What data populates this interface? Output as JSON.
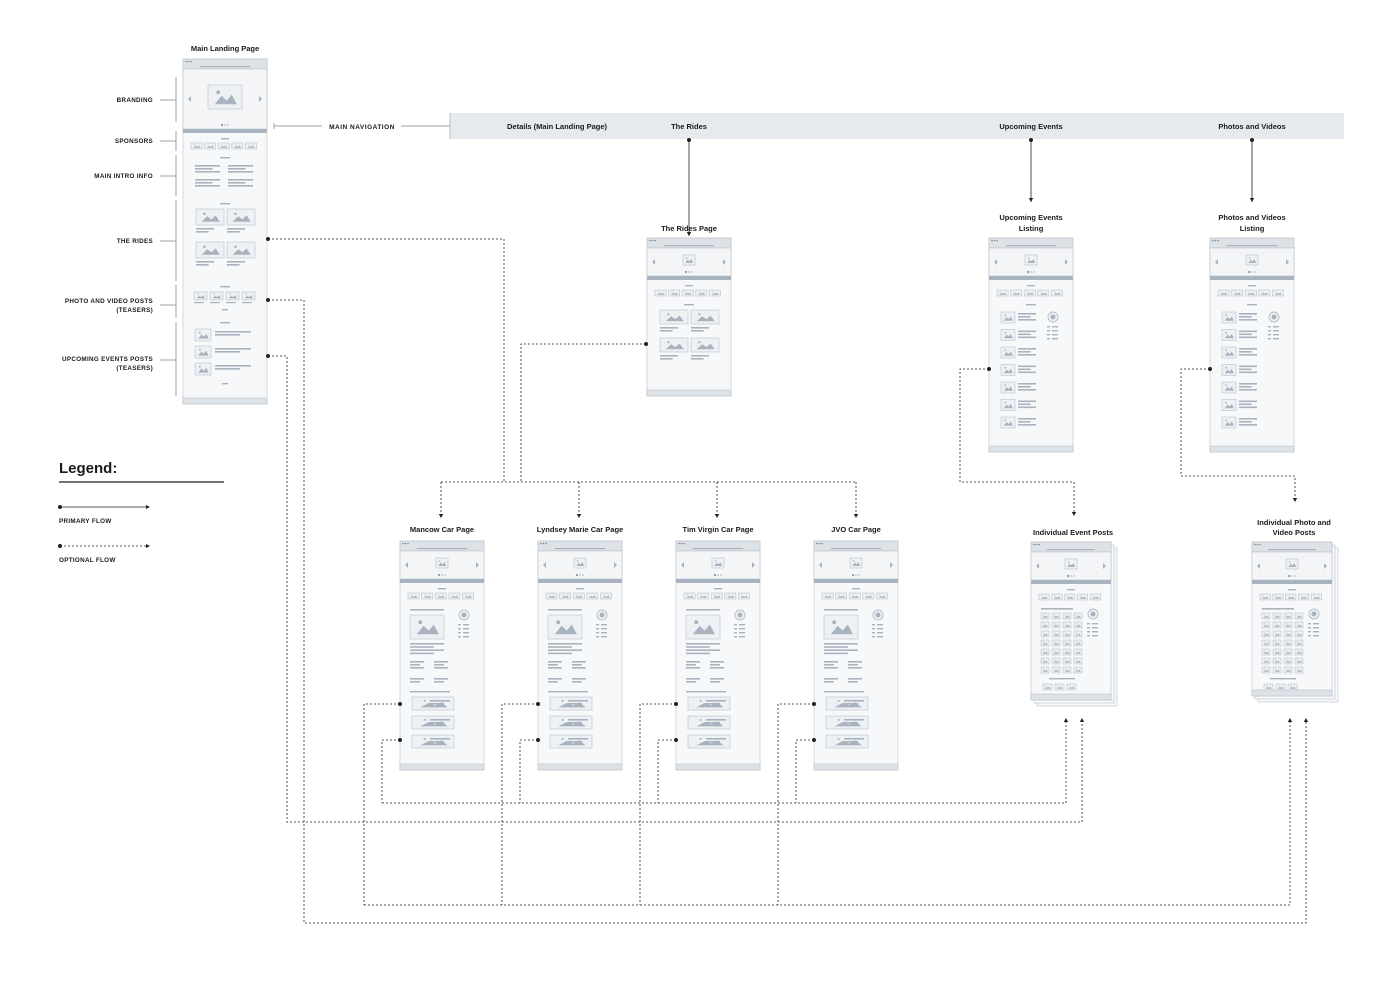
{
  "main_landing": {
    "title": "Main Landing Page",
    "section_labels": [
      "BRANDING",
      "SPONSORS",
      "MAIN INTRO INFO",
      "THE RIDES",
      "PHOTO AND VIDEO POSTS",
      "(TEASERS)",
      "UPCOMING EVENTS POSTS",
      "(TEASERS)"
    ]
  },
  "navigation": {
    "label": "MAIN NAVIGATION",
    "items": [
      "Details (Main Landing Page)",
      "The Rides",
      "Upcoming Events",
      "Photos and Videos"
    ]
  },
  "pages": {
    "rides_page": "The Rides Page",
    "events_listing": [
      "Upcoming Events",
      "Listing"
    ],
    "photos_listing": [
      "Photos and Videos",
      "Listing"
    ],
    "car_pages": [
      "Mancow Car Page",
      "Lyndsey Marie Car Page",
      "Tim Virgin Car Page",
      "JVO Car Page"
    ],
    "event_posts": "Individual Event Posts",
    "photo_posts": [
      "Individual Photo and",
      "Video Posts"
    ]
  },
  "legend": {
    "title": "Legend:",
    "primary": "PRIMARY FLOW",
    "optional": "OPTIONAL FLOW"
  },
  "colors": {
    "wire_border": "#b9c1ca",
    "wire_fill": "#eef1f4",
    "wire_block": "#a9b3bf",
    "nav_band": "#e6e9ed",
    "line": "#222222",
    "text": "#1a1a1a"
  }
}
